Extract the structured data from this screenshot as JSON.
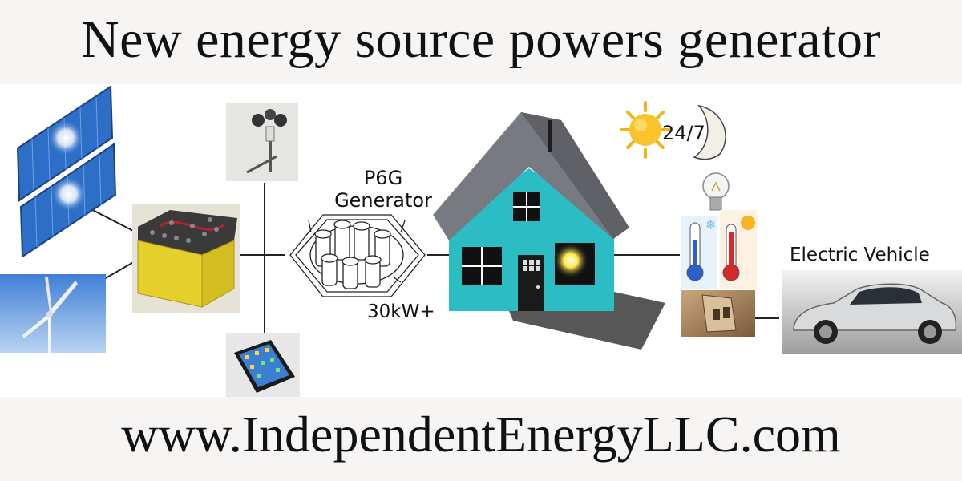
{
  "title": "New energy source powers generator",
  "footer_url": "www.IndependentEnergyLLC.com",
  "generator": {
    "name": "P6G",
    "type": "Generator",
    "output": "30kW+"
  },
  "availability": "24/7",
  "ev_label": "Electric Vehicle",
  "colors": {
    "house_wall": "#2bbcc4",
    "roof": "#777a80",
    "battery": "#e5cf2a",
    "solar_panel": "#2d6fc7",
    "band_bg": "#f7f5f4"
  },
  "icons": {
    "solar": "solar-panel-icon",
    "wind": "wind-turbine-icon",
    "battery": "battery-bank-icon",
    "anemometer": "anemometer-icon",
    "phone": "smartphone-icon",
    "generator": "generator-icon",
    "house": "house-icon",
    "sun": "sun-icon",
    "moon": "moon-icon",
    "bulb": "light-bulb-icon",
    "cold": "cold-thermometer-icon",
    "hot": "hot-thermometer-icon",
    "outlet": "power-outlet-icon",
    "car": "electric-car-icon"
  }
}
